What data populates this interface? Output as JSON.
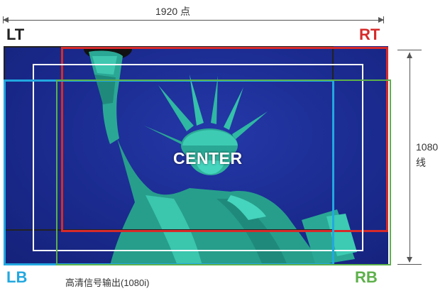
{
  "dimensions": {
    "width_label": "1920 点",
    "height_label_number": "1080",
    "height_label_unit": "线"
  },
  "labels": {
    "left_top": "LT",
    "right_top": "RT",
    "left_bottom": "LB",
    "right_bottom": "RB",
    "center": "CENTER"
  },
  "caption": "高清信号输出(1080i)",
  "colors": {
    "background": "#1a2a8e",
    "lt_frame": "#222222",
    "rt_frame": "#d62b2b",
    "center_frame": "#ffffff",
    "lb_frame": "#22a8e0",
    "rb_frame": "#5db04a",
    "statue": "#2bb3a0"
  },
  "image": {
    "subject": "statue-of-liberty"
  }
}
